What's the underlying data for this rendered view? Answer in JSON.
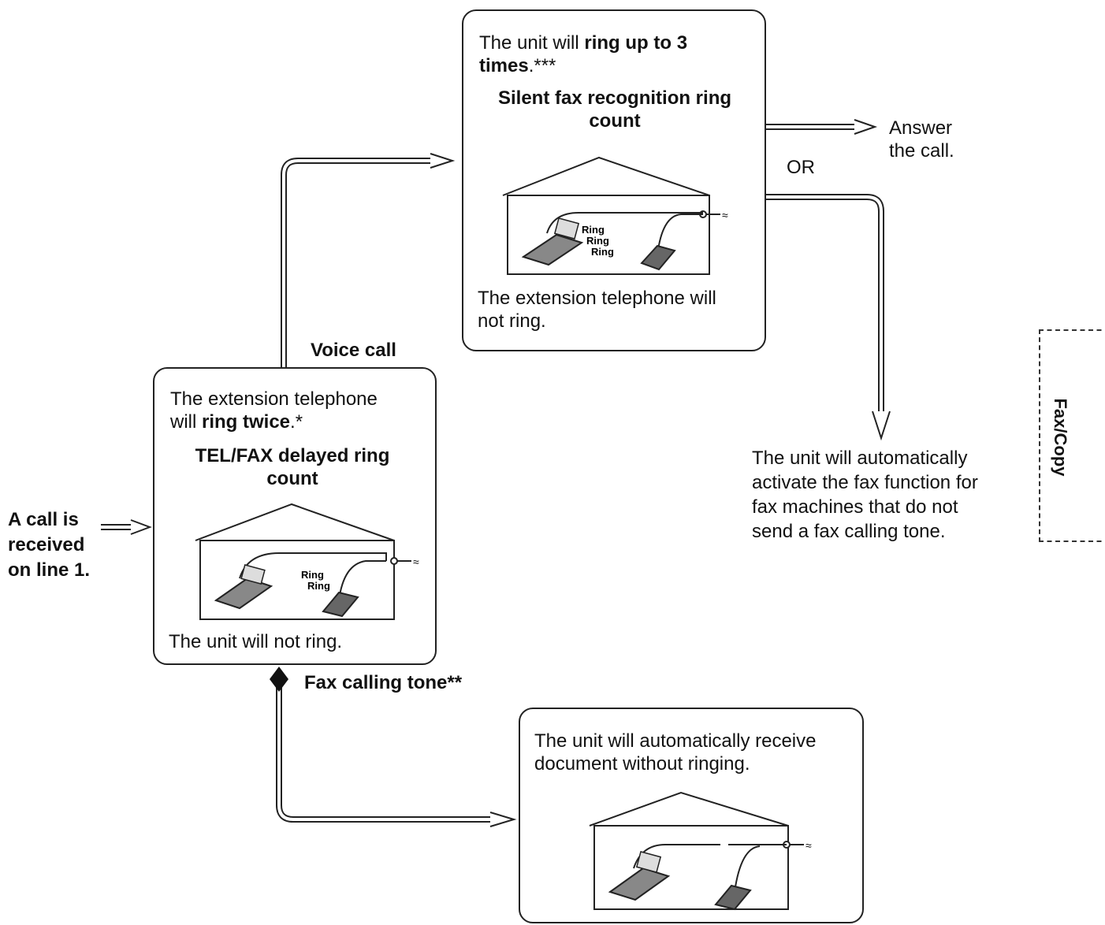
{
  "incoming": {
    "line1": "A call is",
    "line2": "received",
    "line3": "on line 1."
  },
  "box_tel_fax": {
    "pre": "The extension telephone",
    "line2_pre": "will ",
    "line2_bold": "ring twice",
    "line2_post": ".*",
    "heading_line1": "TEL/FAX delayed ring",
    "heading_line2": "count",
    "footer": "The unit will not ring.",
    "ring_text": [
      "Ring",
      "Ring"
    ]
  },
  "box_silent": {
    "line1_pre": "The unit will ",
    "line1_bold": "ring up to 3",
    "line2_bold": "times",
    "line2_post": ".***",
    "heading_line1": "Silent fax recognition ring",
    "heading_line2": "count",
    "footer_line1": "The extension telephone will",
    "footer_line2": "not ring.",
    "ring_text": [
      "Ring",
      "Ring",
      "Ring"
    ]
  },
  "box_receive": {
    "line1": "The unit will automatically receive",
    "line2": "document without ringing."
  },
  "labels": {
    "voice_call": "Voice call",
    "fax_tone": "Fax calling tone**",
    "or": "OR",
    "answer_line1": "Answer",
    "answer_line2": "the call.",
    "activate": [
      "The unit will automatically",
      "activate the fax function for",
      "fax machines that do not",
      "send a fax calling tone."
    ]
  },
  "side_tab": {
    "label": "Fax/Copy"
  },
  "colors": {
    "ink": "#111111",
    "paper": "#ffffff"
  }
}
